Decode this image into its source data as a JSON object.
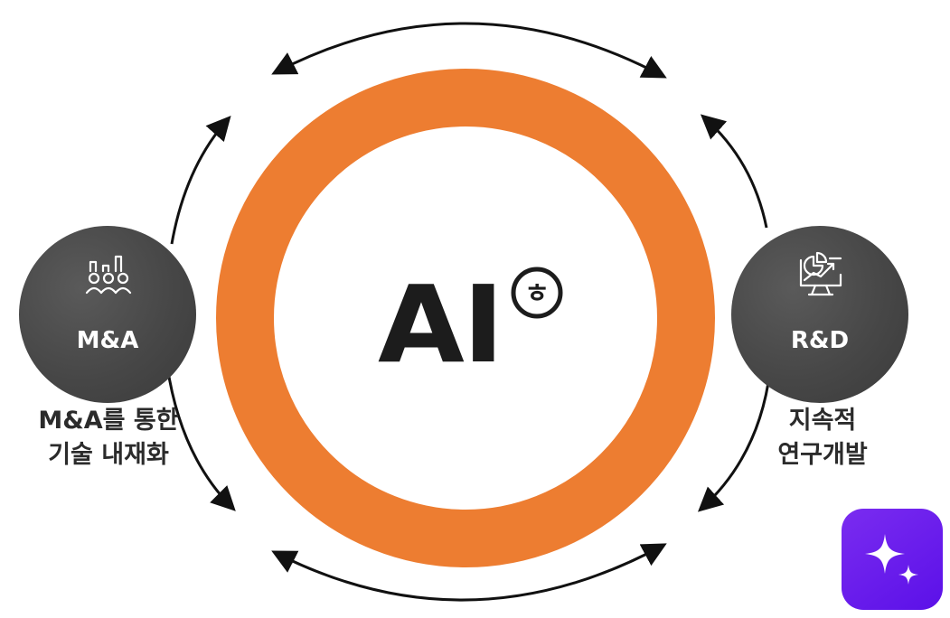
{
  "center": {
    "title": "AI",
    "badge_glyph": "ㅎ",
    "ring_color": "#ED7D31"
  },
  "nodes": {
    "left": {
      "label": "M&A",
      "icon": "people-growth-icon",
      "caption_line1": "M&A를 통한",
      "caption_line2": "기술 내재화"
    },
    "right": {
      "label": "R&D",
      "icon": "chart-monitor-icon",
      "caption_line1": "지속적",
      "caption_line2": "연구개발"
    }
  },
  "colors": {
    "node_bg": "#474747",
    "arrow": "#111111",
    "caption_text": "#2b2b2b",
    "ai_button": "#6a1cf0"
  },
  "assistant_button": {
    "icon": "sparkle-icon"
  }
}
